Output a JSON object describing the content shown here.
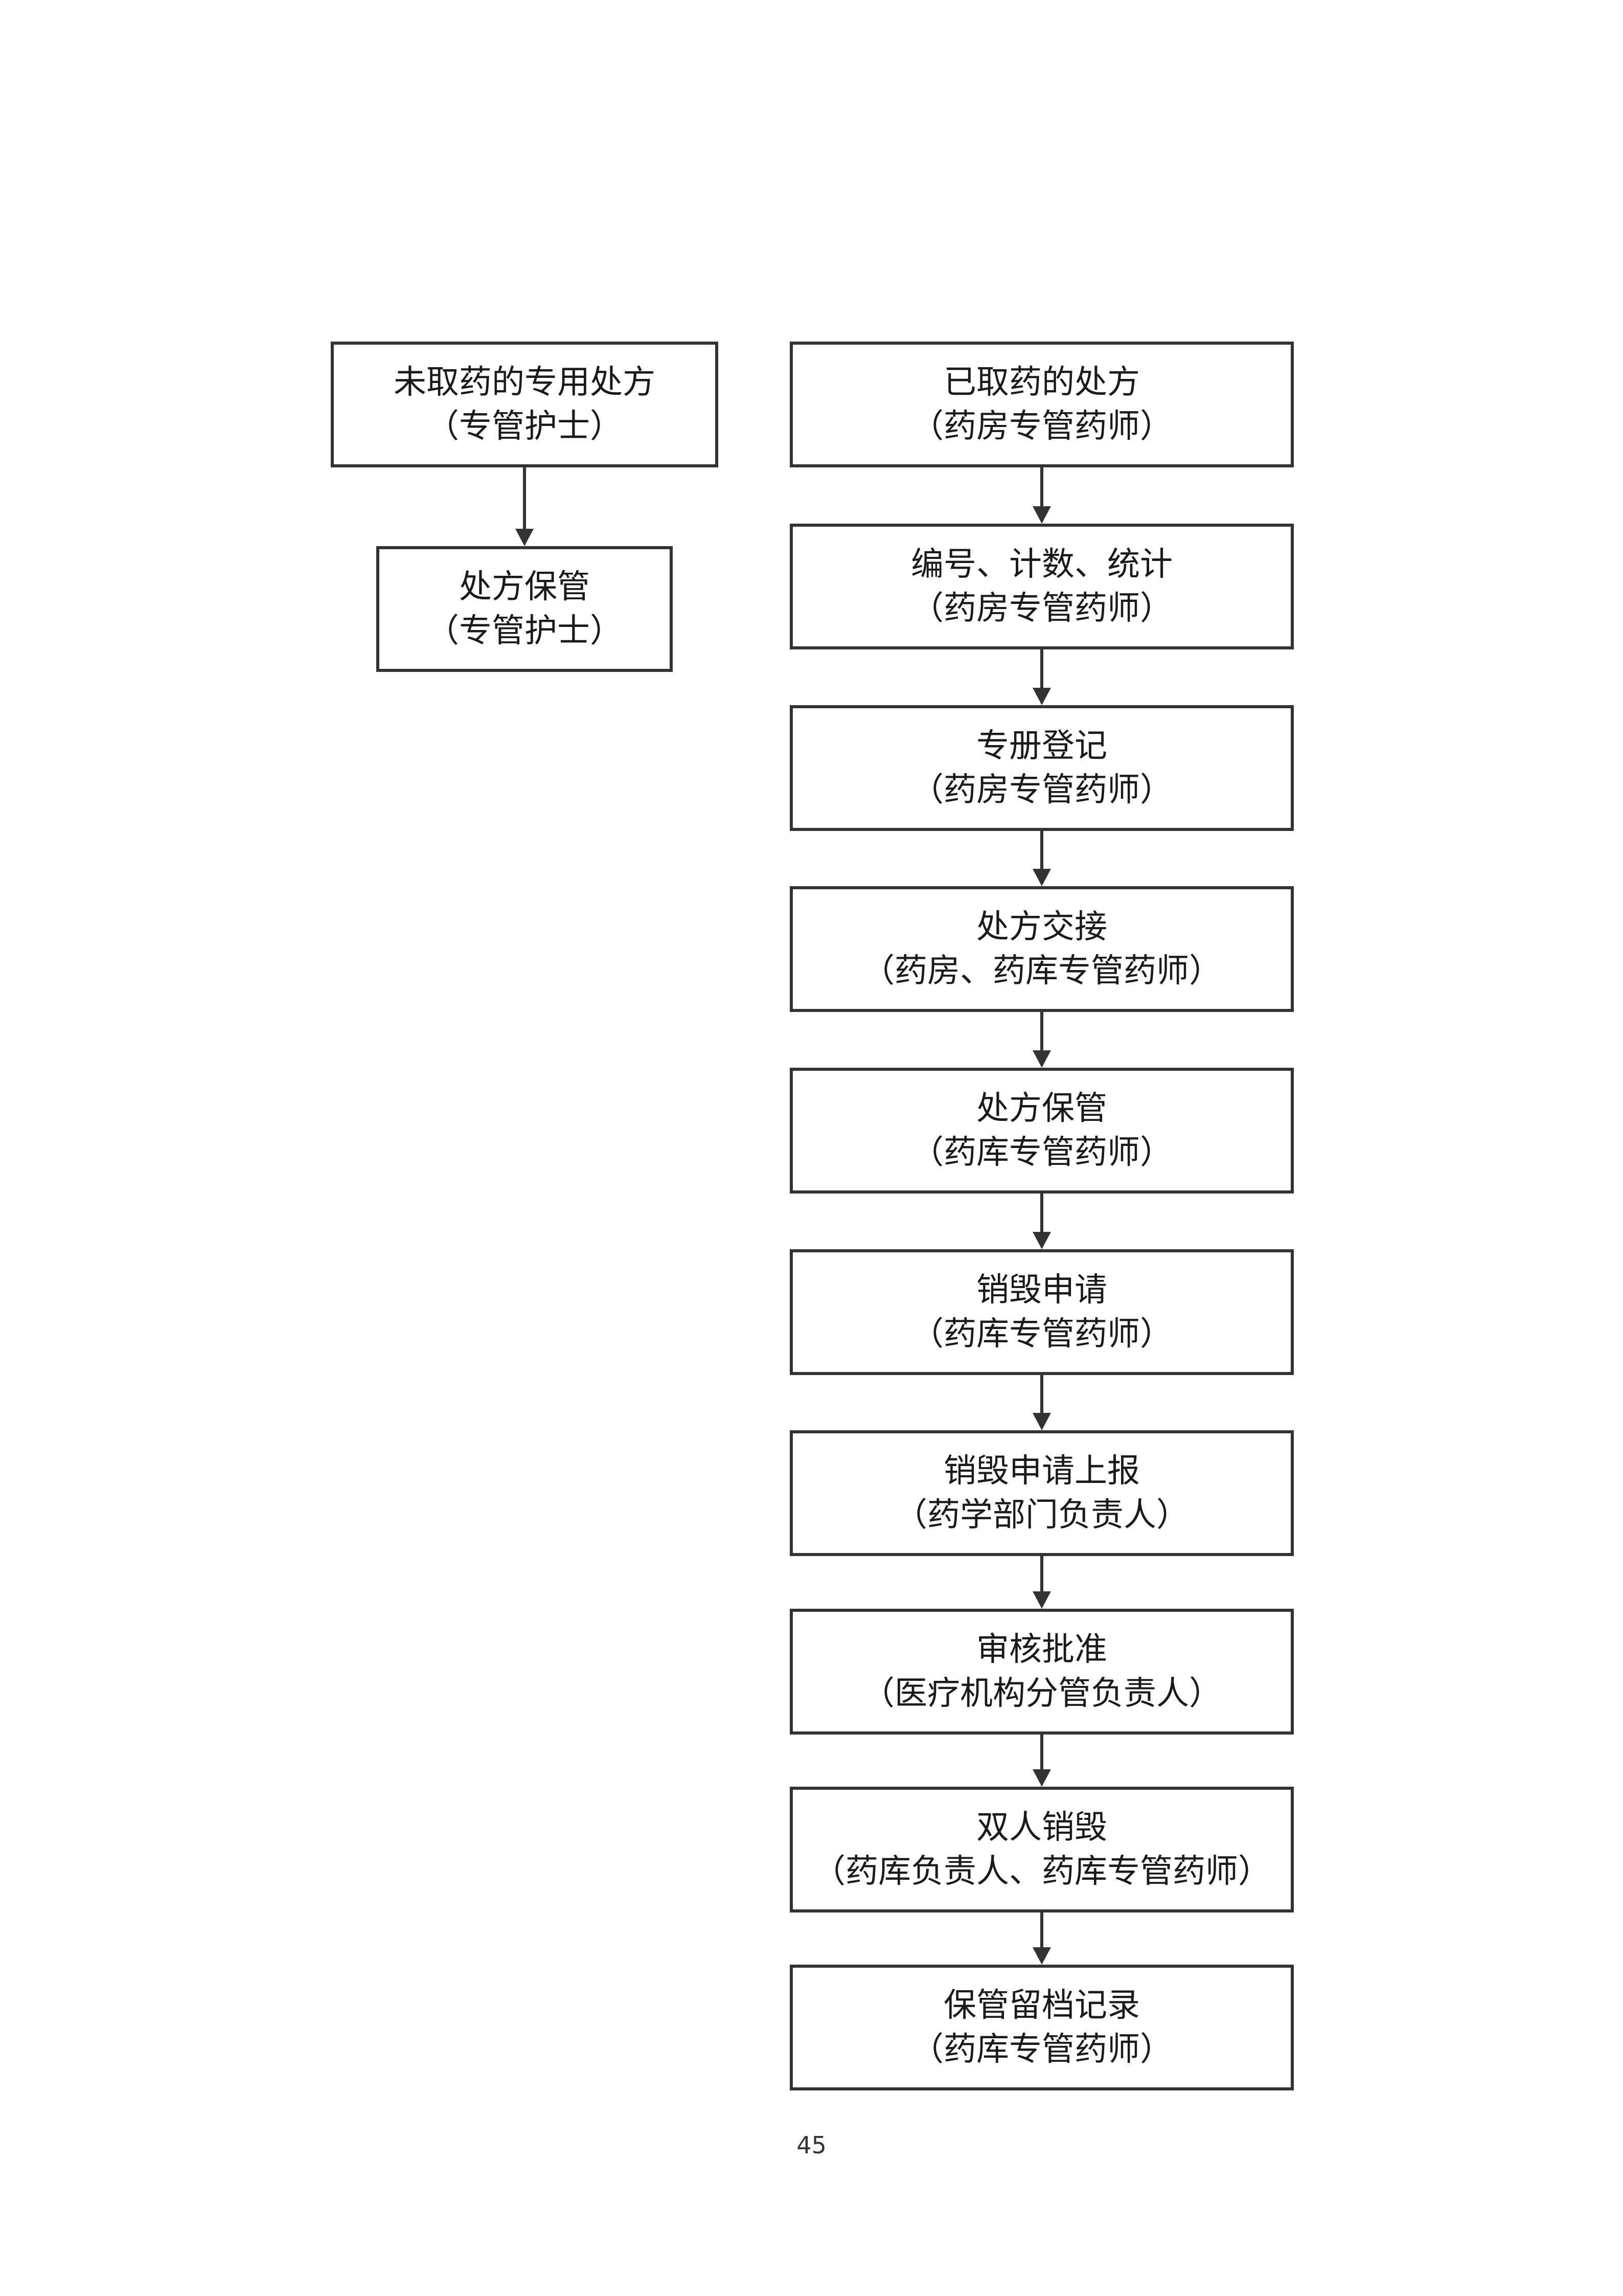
{
  "left_chain": [
    {
      "id": "unfilled-prescription",
      "title": "未取药的专用处方",
      "role": "（专管护士）"
    },
    {
      "id": "prescription-storage-nurse",
      "title": "处方保管",
      "role": "（专管护士）"
    }
  ],
  "right_chain": [
    {
      "id": "filled-prescription",
      "title": "已取药的处方",
      "role": "（药房专管药师）"
    },
    {
      "id": "numbering-counting",
      "title": "编号、计数、统计",
      "role": "（药房专管药师）"
    },
    {
      "id": "register",
      "title": "专册登记",
      "role": "（药房专管药师）"
    },
    {
      "id": "handover",
      "title": "处方交接",
      "role": "（药房、药库专管药师）"
    },
    {
      "id": "prescription-storage",
      "title": "处方保管",
      "role": "（药库专管药师）"
    },
    {
      "id": "destruction-application",
      "title": "销毁申请",
      "role": "（药库专管药师）"
    },
    {
      "id": "application-report",
      "title": "销毁申请上报",
      "role": "（药学部门负责人）"
    },
    {
      "id": "approval",
      "title": "审核批准",
      "role": "（医疗机构分管负责人）"
    },
    {
      "id": "dual-destruction",
      "title": "双人销毁",
      "role": "（药库负责人、药库专管药师）"
    },
    {
      "id": "archive-record",
      "title": "保管留档记录",
      "role": "（药库专管药师）"
    }
  ],
  "page_number": "45",
  "colors": {
    "border": "#333333",
    "text": "#1a1a1a",
    "background": "#ffffff"
  }
}
